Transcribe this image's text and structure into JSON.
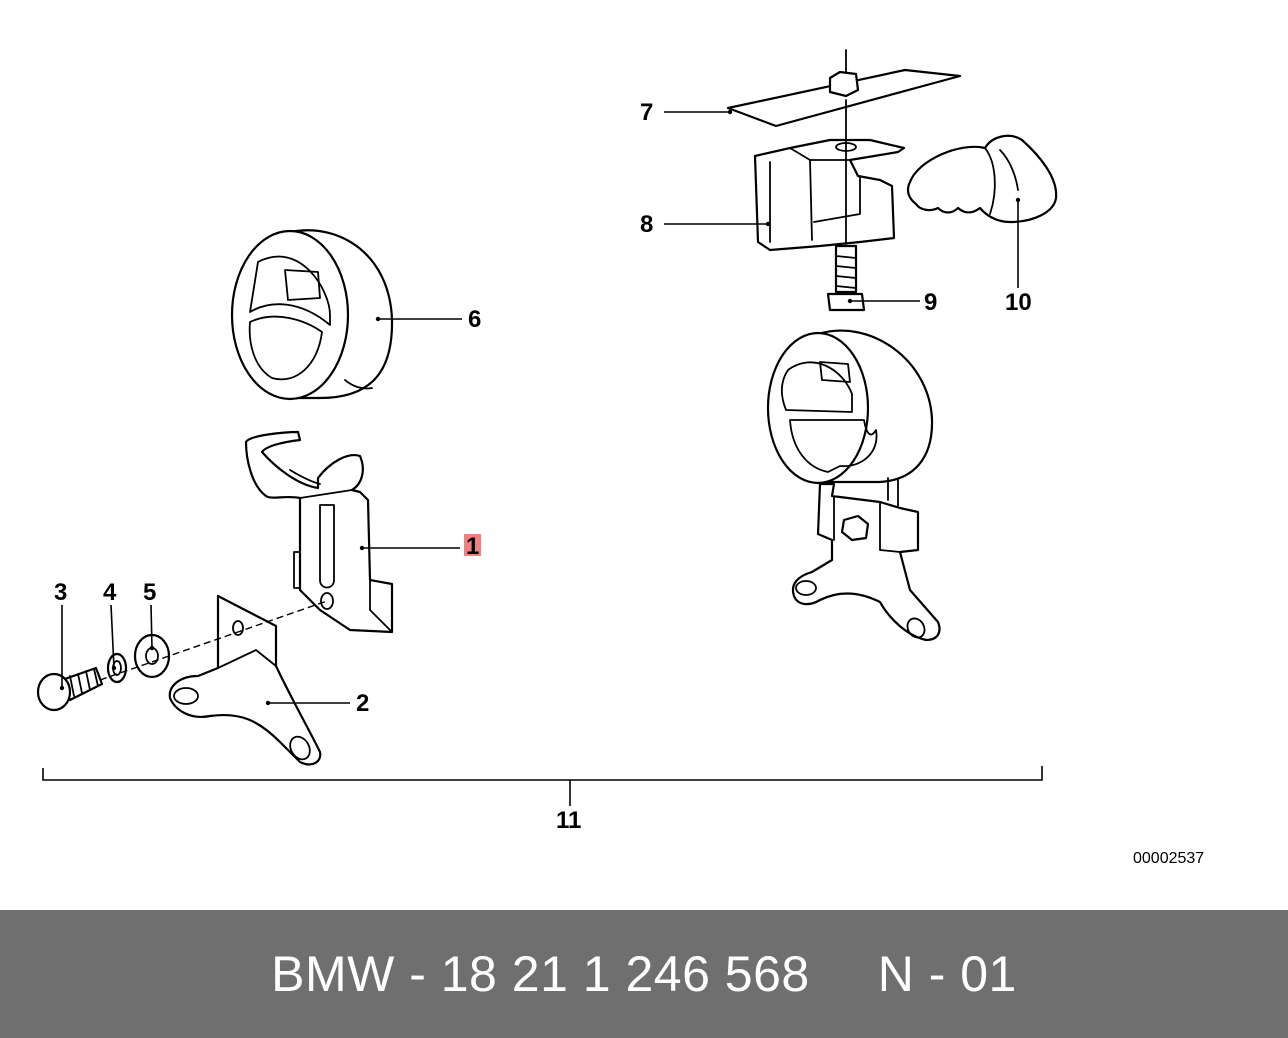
{
  "diagram": {
    "callouts": {
      "c1": "1",
      "c2": "2",
      "c3": "3",
      "c4": "4",
      "c5": "5",
      "c6": "6",
      "c7": "7",
      "c8": "8",
      "c9": "9",
      "c10": "10",
      "c11": "11"
    },
    "highlighted_callout": "1",
    "highlight_color": "#f08080",
    "document_number": "00002537"
  },
  "footer": {
    "part_number": "BMW - 18 21 1 246 568",
    "position": "N - 01",
    "background_color": "#6f6f6f"
  }
}
